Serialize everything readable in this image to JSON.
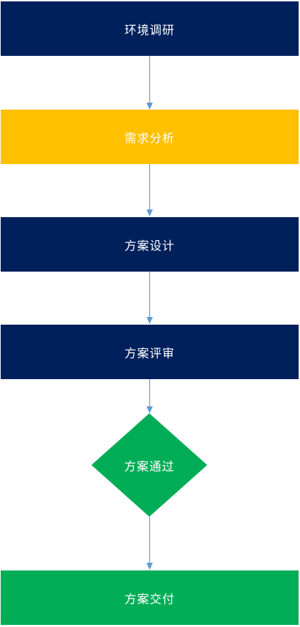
{
  "flow": {
    "steps": [
      {
        "label": "环境调研",
        "color": "#00205B"
      },
      {
        "label": "需求分析",
        "color": "#FFC000"
      },
      {
        "label": "方案设计",
        "color": "#00205B"
      },
      {
        "label": "方案评审",
        "color": "#00205B"
      }
    ],
    "decision": {
      "label": "方案通过",
      "color": "#00AD56"
    },
    "final": {
      "label": "方案交付",
      "color": "#00AD56"
    },
    "connector_color": "#5B9BD5"
  }
}
